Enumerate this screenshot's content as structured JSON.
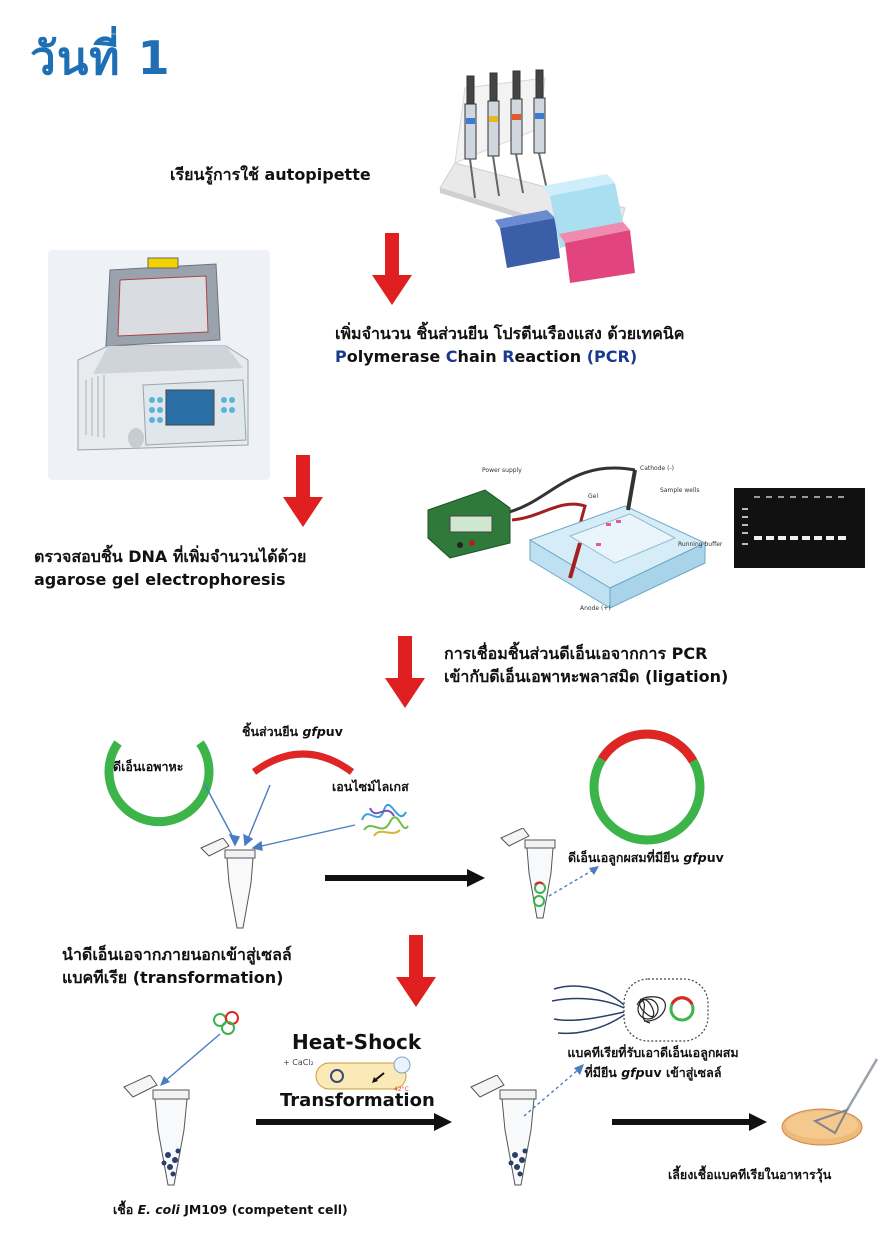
{
  "title": "วันที่ 1",
  "steps": {
    "autopipette": "เรียนรู้การใช้ autopipette",
    "pcr_line1": "เพิ่มจำนวน ชิ้นส่วนยีน โปรตีนเรืองแสง ด้วยเทคนิค",
    "pcr_line2_prefix_P": "P",
    "pcr_line2_mid1": "olymerase ",
    "pcr_line2_C": "C",
    "pcr_line2_mid2": "hain ",
    "pcr_line2_R": "R",
    "pcr_line2_mid3": "eaction ",
    "pcr_line2_abbrev": "(PCR)",
    "gel_line1": "ตรวจสอบชิ้น DNA ที่เพิ่มจำนวนได้ด้วย",
    "gel_line2": "agarose gel electrophoresis",
    "ligation_line1": "การเชื่อมชิ้นส่วนดีเอ็นเอจากการ PCR",
    "ligation_line2": "เข้ากับดีเอ็นเอพาหะพลาสมิด (ligation)",
    "transform_line1": "นำดีเอ็นเอจากภายนอกเข้าสู่เซลล์",
    "transform_line2": "แบคทีเรีย (transformation)"
  },
  "labels": {
    "vector": "ดีเอ็นเอพาหะ",
    "gene_prefix": "ชิ้นส่วนยีน ",
    "gene_italic": "gfp",
    "gene_suffix": "uv",
    "enzyme": "เอนไซม์ไลเกส",
    "recomb_prefix": "ดีเอ็นเอลูกผสมที่มียีน ",
    "recomb_italic": "gfp",
    "recomb_suffix": "uv",
    "heat_shock": "Heat-Shock",
    "transformation": "Transformation",
    "cacl2": "+ CaCl₂",
    "bacteria_line1": "แบคทีเรียที่รับเอาดีเอ็นเอลูกผสม",
    "bacteria_line2_prefix": "ที่มียีน ",
    "bacteria_line2_italic": "gfp",
    "bacteria_line2_suffix": "uv เข้าสู่เซลล์",
    "culture": "เลี้ยงเชื้อแบคทีเรียในอาหารวุ้น",
    "ecoli_prefix": "เชื้อ ",
    "ecoli_italic": "E. coli",
    "ecoli_suffix": " JM109 (competent cell)"
  },
  "gel_figure": {
    "power": "Power supply",
    "cathode": "Cathode (-)",
    "sample_wells": "Sample wells",
    "gel": "Gel",
    "running_buffer": "Running buffer",
    "anode": "Anode (+)"
  },
  "colors": {
    "title": "#1f6fb4",
    "arrow_red": "#e02020",
    "plasmid_green": "#3cb44a",
    "gene_red": "#e02525",
    "abbrev_blue": "#1a3a8f"
  }
}
